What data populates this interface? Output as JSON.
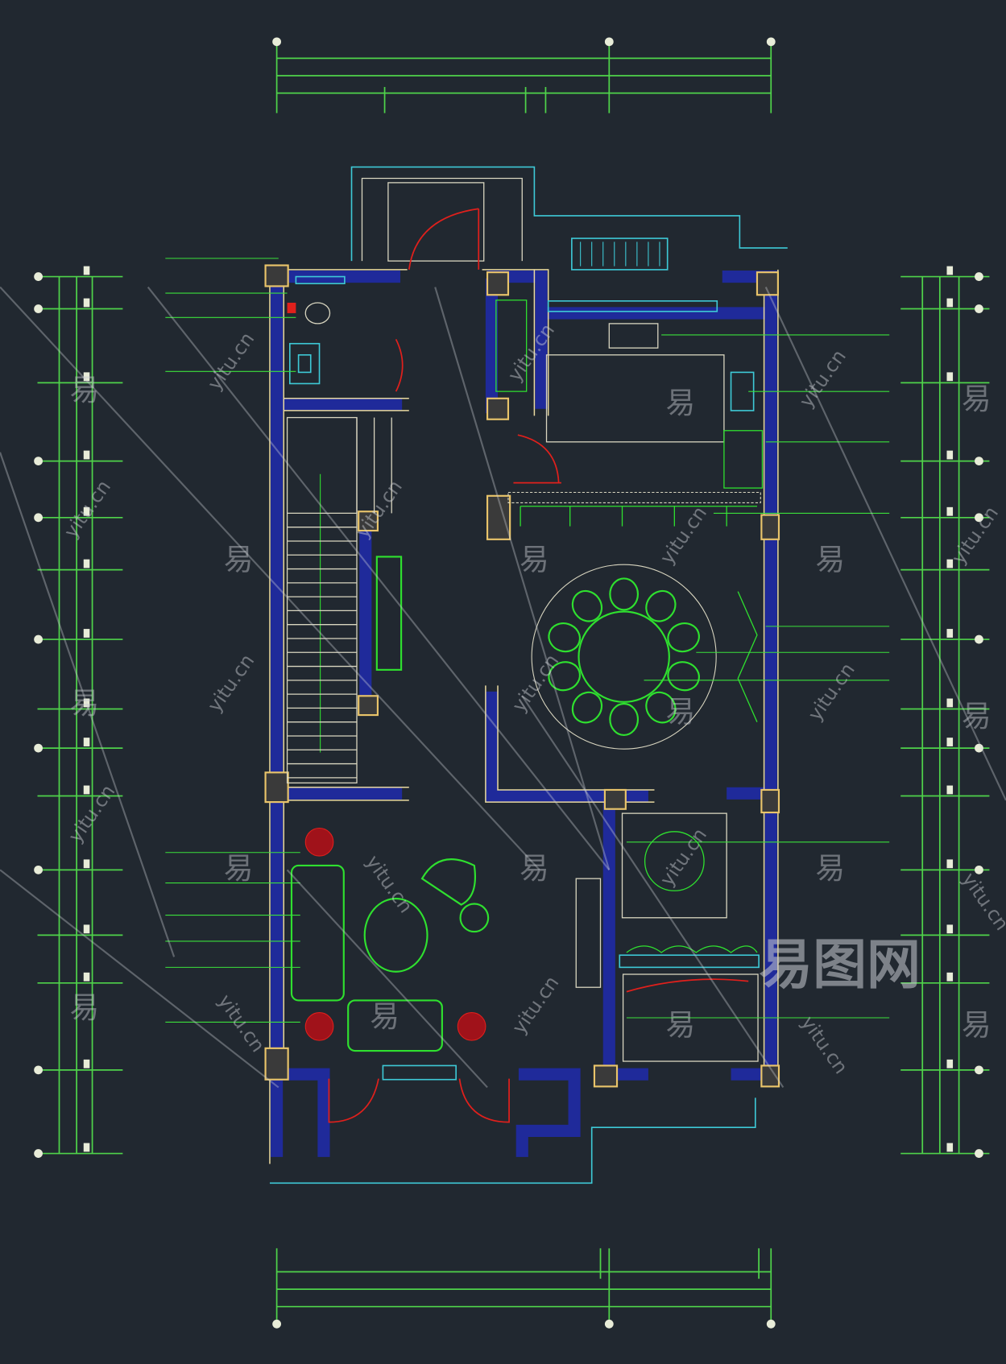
{
  "drawing": {
    "title": "Floor plan CAD drawing",
    "colors": {
      "background": "#212830",
      "dimension": "#4fd34a",
      "wall": "#1f2a9a",
      "wall_edge": "#e9d9a0",
      "furniture": "#2fe02f",
      "door_swing": "#e0201c",
      "fixture": "#3ec9d6"
    }
  },
  "watermark": {
    "glyph": "易",
    "url": "yitu.cn",
    "logo": "易图网"
  }
}
